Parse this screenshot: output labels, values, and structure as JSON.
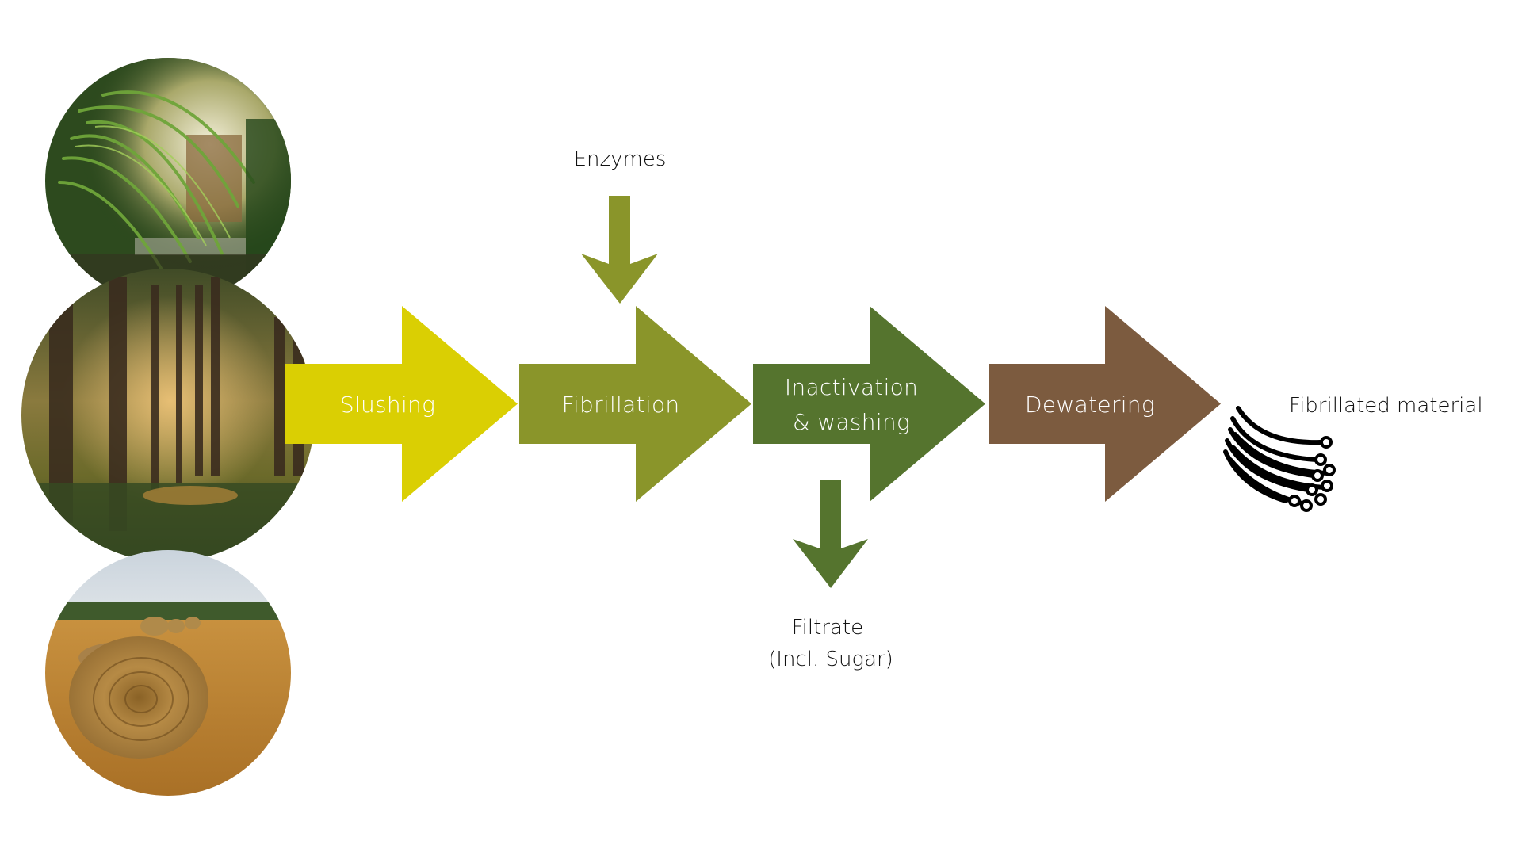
{
  "diagram": {
    "title": "Fibrillation process flow",
    "sources": [
      {
        "id": "tropical-plants",
        "label": "Tropical palm foliage"
      },
      {
        "id": "forest",
        "label": "Forest / wood"
      },
      {
        "id": "straw",
        "label": "Straw bales in field"
      }
    ],
    "steps": [
      {
        "id": "slushing",
        "lines": [
          "Slushing"
        ],
        "color": "#DACF03"
      },
      {
        "id": "fibrillation",
        "lines": [
          "Fibrillation"
        ],
        "color": "#8A952A"
      },
      {
        "id": "inactivation",
        "lines": [
          "Inactivation",
          "& washing"
        ],
        "color": "#55742E"
      },
      {
        "id": "dewatering",
        "lines": [
          "Dewatering"
        ],
        "color": "#7C5B3F"
      }
    ],
    "inputs": {
      "enzymes": {
        "label": "Enzymes",
        "color": "#8A952A",
        "into_step": "fibrillation"
      }
    },
    "outputs": {
      "filtrate": {
        "lines": [
          "Filtrate",
          "(Incl. Sugar)"
        ],
        "color": "#55742E",
        "from_step": "inactivation"
      },
      "product": {
        "label": "Fibrillated material",
        "icon": "fiber-bundle-icon"
      }
    }
  }
}
